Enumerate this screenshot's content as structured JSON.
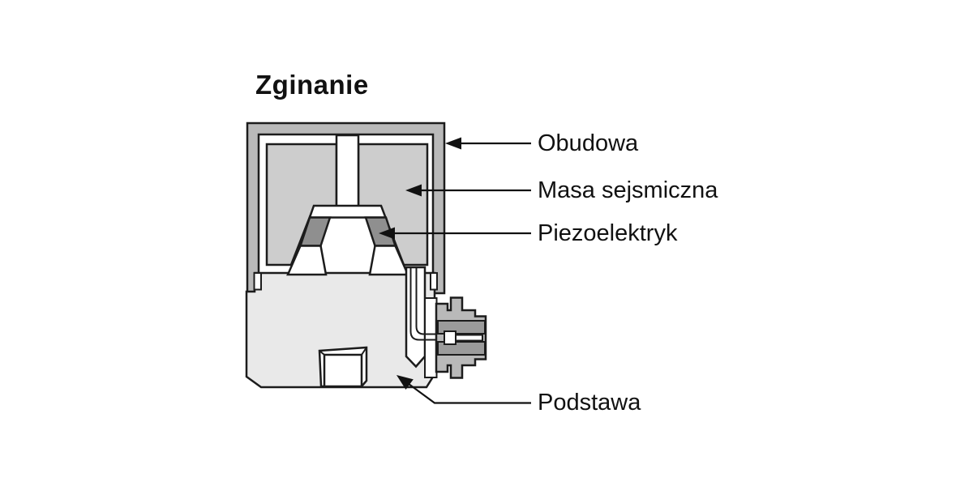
{
  "title": "Zginanie",
  "labels": {
    "obudowa": "Obudowa",
    "masa": "Masa sejsmiczna",
    "piezo": "Piezoelektryk",
    "podstawa": "Podstawa"
  },
  "colors": {
    "outline": "#1c1c1c",
    "housing": "#b9b9b9",
    "mass": "#cdcdcd",
    "piezo": "#8f8f8f",
    "base": "#e9e9e9",
    "connector_dark": "#9b9b9b",
    "white": "#ffffff",
    "arrow": "#111111"
  }
}
